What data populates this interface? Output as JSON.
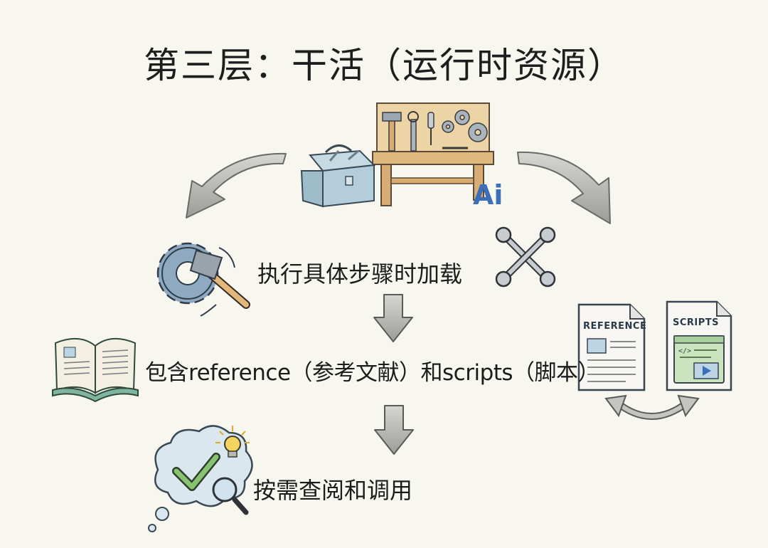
{
  "title": "第三层：干活（运行时资源）",
  "steps": [
    {
      "text": "执行具体步骤时加载"
    },
    {
      "text": "包含reference（参考文献）和scripts（脚本）"
    },
    {
      "text": "按需查阅和调用"
    }
  ],
  "documents": {
    "reference_label": "REFERENCE",
    "scripts_label": "SCRIPTS",
    "code_tag": "</>"
  },
  "workbench_badge": "Ai",
  "icons": [
    "toolbox-icon",
    "workbench-icon",
    "hammer-icon",
    "wrench-icon",
    "screwdriver-icon",
    "gear-icon",
    "gear-hammer-icon",
    "crossed-wrenches-icon",
    "open-book-icon",
    "reference-document-icon",
    "scripts-document-icon",
    "thought-cloud-icon",
    "checkmark-icon",
    "magnifier-icon",
    "lightbulb-icon",
    "down-arrow-icon",
    "curved-arrow-icon",
    "swap-arrow-icon"
  ],
  "colors": {
    "background": "#f7f6ef",
    "arrow_gray": "#a9a9a9",
    "gear_blue": "#7f9bb4",
    "wood": "#e6c48f",
    "toolbox_blue": "#a9c4d4",
    "check_green": "#7fbf6a",
    "doc_green": "#bfe0b5",
    "ai_blue": "#3d6fb8"
  }
}
